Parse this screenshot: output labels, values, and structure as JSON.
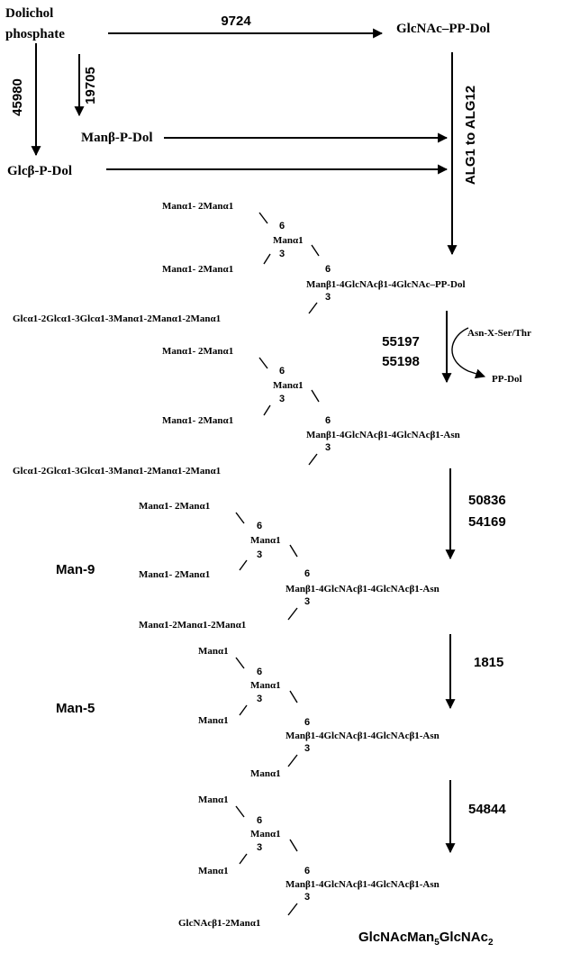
{
  "colors": {
    "ink": "#000000",
    "background": "#ffffff"
  },
  "start": {
    "dolichol": "Dolichol",
    "phosphate": "phosphate",
    "glcnac_pp_dol": "GlcNAc–PP-Dol",
    "man_p_dol": "Manβ-P-Dol",
    "glc_p_dol": "Glcβ-P-Dol"
  },
  "enzymes": {
    "e9724": "9724",
    "e19705": "19705",
    "e45980": "45980",
    "alg": "ALG1 to ALG12",
    "e55197": "55197",
    "e55198": "55198",
    "e50836": "50836",
    "e54169": "54169",
    "e1815": "1815",
    "e54844": "54844"
  },
  "transfer": {
    "acceptor": "Asn-X-Ser/Thr",
    "released": "PP-Dol"
  },
  "labels": {
    "man9": "Man-9",
    "man5": "Man-5"
  },
  "final_product": {
    "base": "GlcNAcMan",
    "sub1": "5",
    "mid": "GlcNAc",
    "sub2": "2"
  },
  "structures": {
    "s1": {
      "top_arm": "Manα1- 2Manα1",
      "mid_arm": "Manα1- 2Manα1",
      "branch_man": "Manα1",
      "num6a": "6",
      "num3a": "3",
      "num6b": "6",
      "num3b": "3",
      "core": "Manβ1-4GlcNAcβ1-4GlcNAc–PP-Dol",
      "bottom_arm": "Glcα1-2Glcα1-3Glcα1-3Manα1-2Manα1-2Manα1"
    },
    "s2": {
      "top_arm": "Manα1- 2Manα1",
      "mid_arm": "Manα1- 2Manα1",
      "branch_man": "Manα1",
      "num6a": "6",
      "num3a": "3",
      "num6b": "6",
      "num3b": "3",
      "core": "Manβ1-4GlcNAcβ1-4GlcNAcβ1-Asn",
      "bottom_arm": "Glcα1-2Glcα1-3Glcα1-3Manα1-2Manα1-2Manα1"
    },
    "s3": {
      "top_arm": "Manα1- 2Manα1",
      "mid_arm": "Manα1- 2Manα1",
      "branch_man": "Manα1",
      "num6a": "6",
      "num3a": "3",
      "num6b": "6",
      "num3b": "3",
      "core": "Manβ1-4GlcNAcβ1-4GlcNAcβ1-Asn",
      "bottom_arm": "Manα1-2Manα1-2Manα1"
    },
    "s4": {
      "top_arm": "Manα1",
      "mid_arm": "Manα1",
      "branch_man": "Manα1",
      "num6a": "6",
      "num3a": "3",
      "num6b": "6",
      "num3b": "3",
      "core": "Manβ1-4GlcNAcβ1-4GlcNAcβ1-Asn",
      "bottom_arm": "Manα1"
    },
    "s5": {
      "top_arm": "Manα1",
      "mid_arm": "Manα1",
      "branch_man": "Manα1",
      "num6a": "6",
      "num3a": "3",
      "num6b": "6",
      "num3b": "3",
      "core": "Manβ1-4GlcNAcβ1-4GlcNAcβ1-Asn",
      "bottom_arm": "GlcNAcβ1-2Manα1"
    }
  }
}
